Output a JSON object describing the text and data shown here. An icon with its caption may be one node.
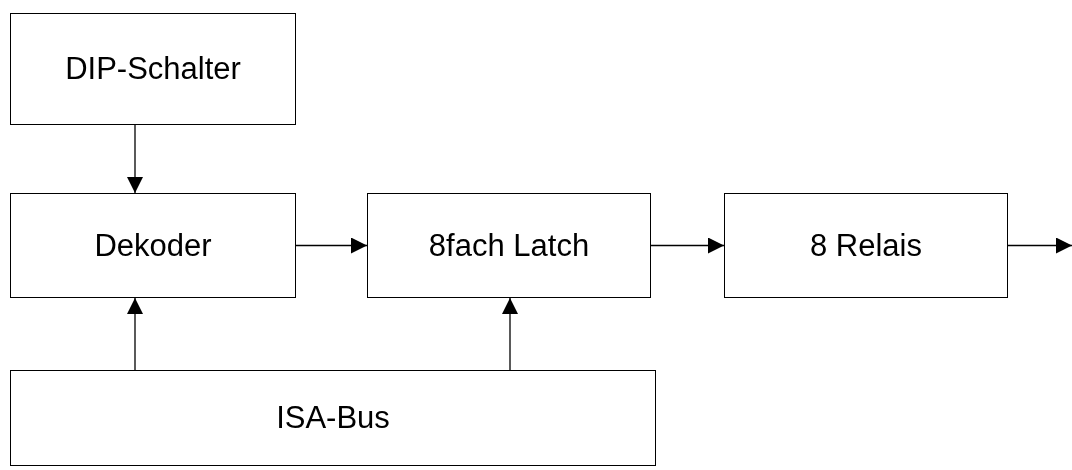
{
  "diagram": {
    "nodes": [
      {
        "text": [
          "DIP-Schalter"
        ]
      },
      {
        "text": [
          "Dekoder"
        ]
      },
      {
        "text": [
          "8fach Latch"
        ]
      },
      {
        "text": [
          "8 Relais"
        ]
      },
      {
        "text": [
          "ISA-Bus"
        ]
      }
    ],
    "edges": [
      {
        "from": 0,
        "to": 1,
        "arrow": "to"
      },
      {
        "from": 1,
        "to": 2,
        "arrow": "to"
      },
      {
        "from": 2,
        "to": 3,
        "arrow": "to"
      },
      {
        "from": 3,
        "to": null,
        "arrow": "to"
      },
      {
        "from": 4,
        "to": 1,
        "arrow": "to"
      },
      {
        "from": 4,
        "to": 2,
        "arrow": "to"
      }
    ]
  }
}
